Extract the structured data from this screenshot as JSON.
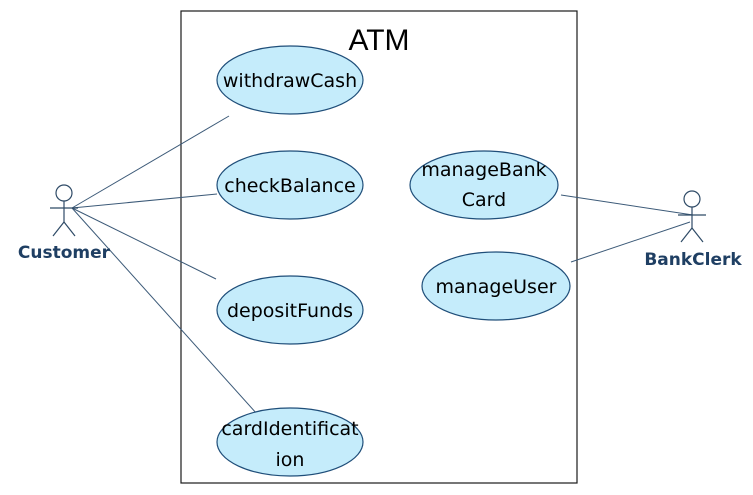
{
  "system": {
    "title": "ATM"
  },
  "actors": {
    "customer": {
      "name": "Customer"
    },
    "bank_clerk": {
      "name": "BankClerk"
    }
  },
  "use_cases": {
    "withdraw_cash": {
      "line1": "withdrawCash",
      "line2": ""
    },
    "check_balance": {
      "line1": "checkBalance",
      "line2": ""
    },
    "deposit_funds": {
      "line1": "depositFunds",
      "line2": ""
    },
    "card_identification": {
      "line1": "cardIdentificat",
      "line2": "ion"
    },
    "manage_bank_card": {
      "line1": "manageBank",
      "line2": "Card"
    },
    "manage_user": {
      "line1": "manageUser",
      "line2": ""
    }
  },
  "colors": {
    "use_case_fill": "#c5ecfb",
    "use_case_stroke": "#1f4e79",
    "actor_label": "#1f3f63",
    "association_line": "#3c5a78"
  }
}
